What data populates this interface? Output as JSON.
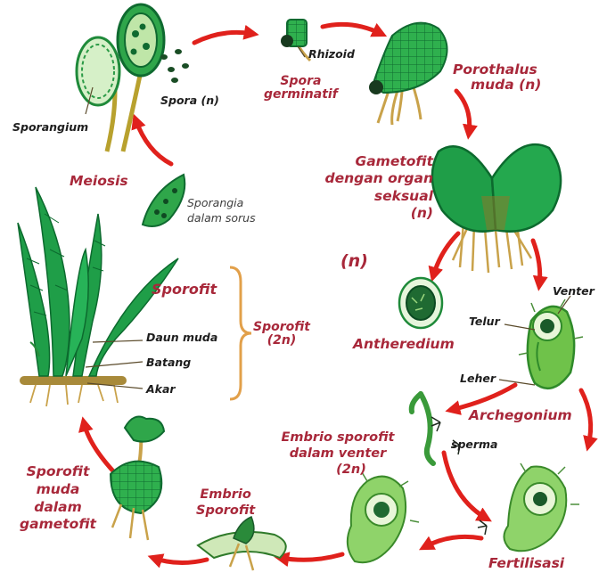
{
  "labels": {
    "sporangium": "Sporangium",
    "spora": "Spora (n)",
    "rhizoid": "Rhizoid",
    "spora_germinatif": [
      "Spora",
      "germinatif"
    ],
    "porothalus_muda": [
      "Porothalus",
      "muda (n)"
    ],
    "gametofit": [
      "Gametofit",
      "dengan organ",
      "seksual",
      "(n)"
    ],
    "haploid": "(n)",
    "meiosis": "Meiosis",
    "sporangia_sorus": [
      "Sporangia",
      "dalam sorus"
    ],
    "sporofit": "Sporofit",
    "daun_muda": "Daun muda",
    "batang": "Batang",
    "akar": "Akar",
    "sporofit_2n": [
      "Sporofit",
      "(2n)"
    ],
    "venter": "Venter",
    "telur": "Telur",
    "antheredium": "Antheredium",
    "leher": "Leher",
    "archegonium": "Archegonium",
    "sperma": "sperma",
    "embrio_venter": [
      "Embrio sporofit",
      "dalam venter",
      "(2n)"
    ],
    "fertilisasi": "Fertilisasi",
    "embrio_sporofit": [
      "Embrio",
      "Sporofit"
    ],
    "sporofit_muda": [
      "Sporofit",
      "muda",
      "dalam",
      "gametofit"
    ]
  },
  "colors": {
    "arrow": "#e0211c",
    "label_red": "#a8283a",
    "green_dark": "#0f7a3c",
    "green_mid": "#2fb04e",
    "green_light": "#8fd36a",
    "root": "#c9a24a",
    "bracket": "#e2a04a"
  }
}
